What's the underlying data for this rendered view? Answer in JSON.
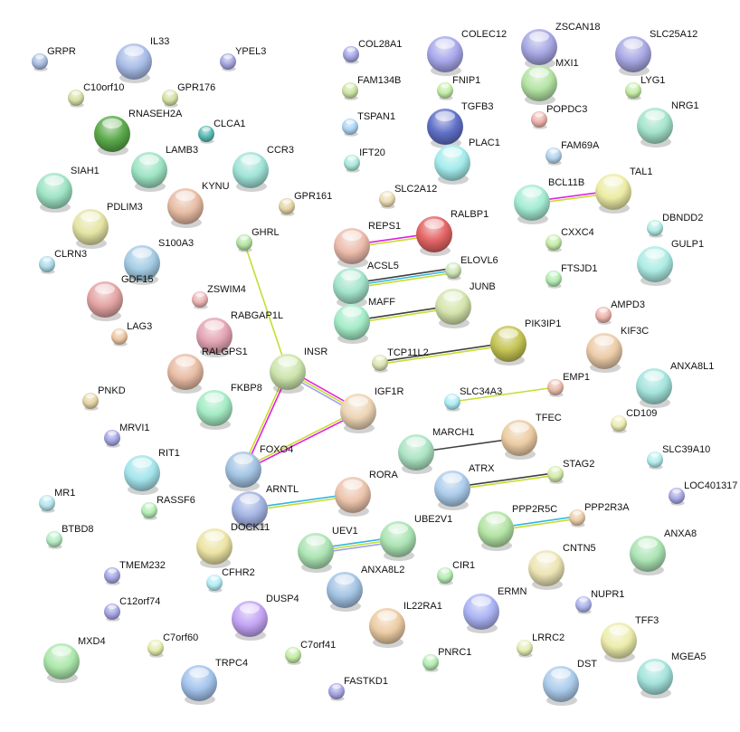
{
  "network": {
    "evidence_colors": {
      "experiments": "#e020e0",
      "textmining": "#c8dc30",
      "coexpression": "#404040",
      "databases": "#30b8e0",
      "homology": "#a0a0f0"
    },
    "nodes": [
      {
        "name": "GRPR",
        "color": "#a9bde0",
        "size": "small"
      },
      {
        "name": "IL33",
        "color": "#a9bde8",
        "size": "large"
      },
      {
        "name": "YPEL3",
        "color": "#a6a6e0",
        "size": "small"
      },
      {
        "name": "C10orf10",
        "color": "#d4e0a4",
        "size": "small"
      },
      {
        "name": "GPR176",
        "color": "#d4e0a4",
        "size": "small"
      },
      {
        "name": "RNASEH2A",
        "color": "#5aaa4a",
        "size": "large"
      },
      {
        "name": "CLCA1",
        "color": "#5abab4",
        "size": "small"
      },
      {
        "name": "LAMB3",
        "color": "#9ee4c4",
        "size": "large"
      },
      {
        "name": "CCR3",
        "color": "#a0e4d8",
        "size": "large"
      },
      {
        "name": "SIAH1",
        "color": "#9ee4c4",
        "size": "large"
      },
      {
        "name": "KYNU",
        "color": "#e8bca4",
        "size": "large"
      },
      {
        "name": "GPR161",
        "color": "#e4d4a4",
        "size": "small"
      },
      {
        "name": "PDLIM3",
        "color": "#e4e4a4",
        "size": "large"
      },
      {
        "name": "GHRL",
        "color": "#b4e4a4",
        "size": "small"
      },
      {
        "name": "CLRN3",
        "color": "#acdce8",
        "size": "small"
      },
      {
        "name": "S100A3",
        "color": "#a4cce4",
        "size": "large"
      },
      {
        "name": "GDF15",
        "color": "#e4a4a4",
        "size": "large"
      },
      {
        "name": "ZSWIM4",
        "color": "#ecb4b4",
        "size": "small"
      },
      {
        "name": "LAG3",
        "color": "#ecc8a4",
        "size": "small"
      },
      {
        "name": "RABGAP1L",
        "color": "#e4a4b4",
        "size": "large"
      },
      {
        "name": "RALGPS1",
        "color": "#e8bca4",
        "size": "large"
      },
      {
        "name": "INSR",
        "color": "#cce4ac",
        "size": "large"
      },
      {
        "name": "PNKD",
        "color": "#e4d4a4",
        "size": "small"
      },
      {
        "name": "FKBP8",
        "color": "#a4ecc4",
        "size": "large"
      },
      {
        "name": "MRVI1",
        "color": "#a6a6e4",
        "size": "small"
      },
      {
        "name": "IGF1R",
        "color": "#ecd4b4",
        "size": "large"
      },
      {
        "name": "RIT1",
        "color": "#a4e4ec",
        "size": "large"
      },
      {
        "name": "FOXO4",
        "color": "#a4c4e4",
        "size": "large"
      },
      {
        "name": "MR1",
        "color": "#b4e4ec",
        "size": "small"
      },
      {
        "name": "RASSF6",
        "color": "#b4ecb4",
        "size": "small"
      },
      {
        "name": "ARNTL",
        "color": "#a4b4e4",
        "size": "large"
      },
      {
        "name": "RORA",
        "color": "#ecc4ac",
        "size": "large"
      },
      {
        "name": "BTBD8",
        "color": "#b4ecc4",
        "size": "small"
      },
      {
        "name": "DOCK11",
        "color": "#ece4a4",
        "size": "large"
      },
      {
        "name": "UEV1",
        "color": "#ace4b4",
        "size": "large"
      },
      {
        "name": "UBE2V1",
        "color": "#ace4b4",
        "size": "large"
      },
      {
        "name": "CFHR2",
        "color": "#b4ecf4",
        "size": "small"
      },
      {
        "name": "TMEM232",
        "color": "#a6a6e4",
        "size": "small"
      },
      {
        "name": "ANXA8L2",
        "color": "#a4c4e4",
        "size": "large"
      },
      {
        "name": "CIR1",
        "color": "#b4ecb4",
        "size": "small"
      },
      {
        "name": "C12orf74",
        "color": "#a6a6e4",
        "size": "small"
      },
      {
        "name": "DUSP4",
        "color": "#c4a4f4",
        "size": "large"
      },
      {
        "name": "IL22RA1",
        "color": "#eccca4",
        "size": "large"
      },
      {
        "name": "MXD4",
        "color": "#ace8ac",
        "size": "large"
      },
      {
        "name": "C7orf60",
        "color": "#e4ecac",
        "size": "small"
      },
      {
        "name": "C7orf41",
        "color": "#c4eca4",
        "size": "small"
      },
      {
        "name": "TRPC4",
        "color": "#a4c4ec",
        "size": "large"
      },
      {
        "name": "FASTKD1",
        "color": "#a6a6e4",
        "size": "small"
      },
      {
        "name": "PNRC1",
        "color": "#b4ecb4",
        "size": "small"
      },
      {
        "name": "COL28A1",
        "color": "#a6a6e4",
        "size": "small"
      },
      {
        "name": "FAM134B",
        "color": "#cce4a4",
        "size": "small"
      },
      {
        "name": "TSPAN1",
        "color": "#acd4f4",
        "size": "small"
      },
      {
        "name": "IFT20",
        "color": "#ace8dc",
        "size": "small"
      },
      {
        "name": "COLEC12",
        "color": "#a8a8ec",
        "size": "large"
      },
      {
        "name": "ZSCAN18",
        "color": "#a8a8e4",
        "size": "large"
      },
      {
        "name": "SLC25A12",
        "color": "#a8a8e4",
        "size": "large"
      },
      {
        "name": "FNIP1",
        "color": "#c4eca4",
        "size": "small"
      },
      {
        "name": "MXI1",
        "color": "#b4e4a4",
        "size": "large"
      },
      {
        "name": "LYG1",
        "color": "#c4eca4",
        "size": "small"
      },
      {
        "name": "TGFB3",
        "color": "#6070c8",
        "size": "large"
      },
      {
        "name": "POPDC3",
        "color": "#ecb4ac",
        "size": "small"
      },
      {
        "name": "NRG1",
        "color": "#a4e4cc",
        "size": "large"
      },
      {
        "name": "PLAC1",
        "color": "#a4ecec",
        "size": "large"
      },
      {
        "name": "FAM69A",
        "color": "#b4d4ec",
        "size": "small"
      },
      {
        "name": "SLC2A12",
        "color": "#ecdcb4",
        "size": "small"
      },
      {
        "name": "BCL11B",
        "color": "#a4ecd4",
        "size": "large"
      },
      {
        "name": "TAL1",
        "color": "#ececa4",
        "size": "large"
      },
      {
        "name": "DBNDD2",
        "color": "#b4ece4",
        "size": "small"
      },
      {
        "name": "CXXC4",
        "color": "#c4eca8",
        "size": "small"
      },
      {
        "name": "GULP1",
        "color": "#acece4",
        "size": "large"
      },
      {
        "name": "REPS1",
        "color": "#ecbcac",
        "size": "large"
      },
      {
        "name": "RALBP1",
        "color": "#e46464",
        "size": "large"
      },
      {
        "name": "ACSL5",
        "color": "#a4e4cc",
        "size": "large"
      },
      {
        "name": "ELOVL6",
        "color": "#cce4b4",
        "size": "small"
      },
      {
        "name": "FTSJD1",
        "color": "#b4ecb4",
        "size": "small"
      },
      {
        "name": "MAFF",
        "color": "#a4ecc8",
        "size": "large"
      },
      {
        "name": "JUNB",
        "color": "#d4e4ac",
        "size": "large"
      },
      {
        "name": "AMPD3",
        "color": "#ecb4ac",
        "size": "small"
      },
      {
        "name": "PIK3IP1",
        "color": "#c4c454",
        "size": "large"
      },
      {
        "name": "KIF3C",
        "color": "#eccca8",
        "size": "large"
      },
      {
        "name": "TCP11L2",
        "color": "#dce4b4",
        "size": "small"
      },
      {
        "name": "SLC34A3",
        "color": "#acecf4",
        "size": "small"
      },
      {
        "name": "EMP1",
        "color": "#ecbcac",
        "size": "small"
      },
      {
        "name": "ANXA8L1",
        "color": "#a4e4dc",
        "size": "large"
      },
      {
        "name": "CD109",
        "color": "#ececb4",
        "size": "small"
      },
      {
        "name": "MARCH1",
        "color": "#ace4c4",
        "size": "large"
      },
      {
        "name": "TFEC",
        "color": "#eccca4",
        "size": "large"
      },
      {
        "name": "SLC39A10",
        "color": "#b4ecec",
        "size": "small"
      },
      {
        "name": "ATRX",
        "color": "#acccec",
        "size": "large"
      },
      {
        "name": "STAG2",
        "color": "#d4ecac",
        "size": "small"
      },
      {
        "name": "LOC401317",
        "color": "#a8a8e4",
        "size": "small"
      },
      {
        "name": "PPP2R5C",
        "color": "#b4e4a4",
        "size": "large"
      },
      {
        "name": "PPP2R3A",
        "color": "#eccca8",
        "size": "small"
      },
      {
        "name": "ANXA8",
        "color": "#ace4b4",
        "size": "large"
      },
      {
        "name": "CNTN5",
        "color": "#ece4b4",
        "size": "large"
      },
      {
        "name": "ERMN",
        "color": "#acb4f4",
        "size": "large"
      },
      {
        "name": "NUPR1",
        "color": "#acb4ec",
        "size": "small"
      },
      {
        "name": "TFF3",
        "color": "#ececac",
        "size": "large"
      },
      {
        "name": "LRRC2",
        "color": "#e4ecb4",
        "size": "small"
      },
      {
        "name": "DST",
        "color": "#accCec",
        "size": "large"
      },
      {
        "name": "MGEA5",
        "color": "#a4e4dc",
        "size": "large"
      }
    ],
    "edges": [
      {
        "from": "GHRL",
        "to": "INSR",
        "evidence": [
          "textmining"
        ]
      },
      {
        "from": "INSR",
        "to": "IGF1R",
        "evidence": [
          "experiments",
          "textmining",
          "homology"
        ]
      },
      {
        "from": "INSR",
        "to": "FOXO4",
        "evidence": [
          "experiments",
          "textmining"
        ]
      },
      {
        "from": "IGF1R",
        "to": "FOXO4",
        "evidence": [
          "experiments",
          "textmining"
        ]
      },
      {
        "from": "REPS1",
        "to": "RALBP1",
        "evidence": [
          "experiments",
          "textmining"
        ]
      },
      {
        "from": "ACSL5",
        "to": "ELOVL6",
        "evidence": [
          "coexpression",
          "databases",
          "textmining"
        ]
      },
      {
        "from": "MAFF",
        "to": "JUNB",
        "evidence": [
          "coexpression",
          "textmining"
        ]
      },
      {
        "from": "TCP11L2",
        "to": "PIK3IP1",
        "evidence": [
          "coexpression",
          "textmining"
        ]
      },
      {
        "from": "SLC34A3",
        "to": "EMP1",
        "evidence": [
          "textmining"
        ]
      },
      {
        "from": "MARCH1",
        "to": "TFEC",
        "evidence": [
          "coexpression"
        ]
      },
      {
        "from": "ATRX",
        "to": "STAG2",
        "evidence": [
          "coexpression",
          "textmining"
        ]
      },
      {
        "from": "ARNTL",
        "to": "RORA",
        "evidence": [
          "databases",
          "textmining"
        ]
      },
      {
        "from": "UEV1",
        "to": "UBE2V1",
        "evidence": [
          "databases",
          "textmining",
          "homology"
        ]
      },
      {
        "from": "PPP2R5C",
        "to": "PPP2R3A",
        "evidence": [
          "databases",
          "textmining"
        ]
      },
      {
        "from": "BCL11B",
        "to": "TAL1",
        "evidence": [
          "experiments",
          "textmining"
        ]
      }
    ]
  }
}
